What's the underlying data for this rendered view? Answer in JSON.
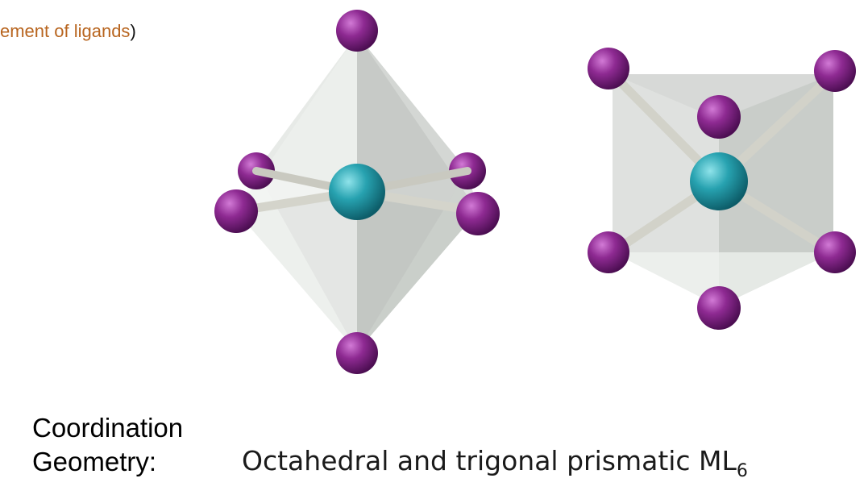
{
  "heading": {
    "fragment": "ement of ligands",
    "close_paren": ")"
  },
  "colors": {
    "ligand": "#8a2a90",
    "metal": "#2fa3b2",
    "bond": "#cfcfc6",
    "polyhedron_face": "#dcdfdc",
    "heading_text": "#b8651f"
  },
  "figures": [
    {
      "name": "octahedral",
      "metal_atoms": 1,
      "ligand_atoms": 6
    },
    {
      "name": "trigonal-prismatic",
      "metal_atoms": 1,
      "ligand_atoms": 6
    }
  ],
  "label": {
    "line1": "Coordination",
    "line2": "Geometry:"
  },
  "caption": {
    "text": "Octahedral and trigonal prismatic ML",
    "subscript": "6"
  }
}
